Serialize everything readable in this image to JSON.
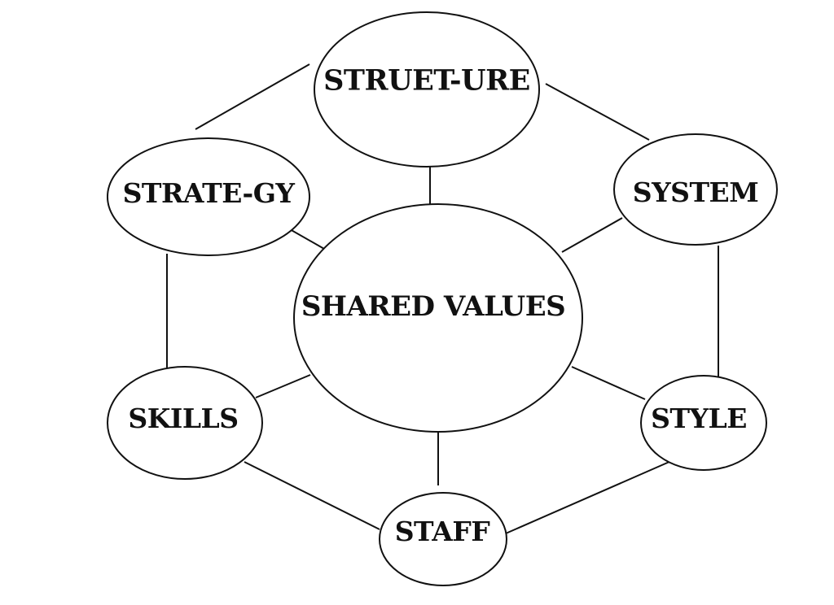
{
  "diagram": {
    "nodes": {
      "structure": "STRUET-URE",
      "strategy": "STRATE-GY",
      "system": "SYSTEM",
      "shared_values": "SHARED VALUES",
      "skills": "SKILLS",
      "style": "STYLE",
      "staff": "STAFF"
    },
    "colors": {
      "stroke": "#111111",
      "fill": "#ffffff"
    }
  }
}
